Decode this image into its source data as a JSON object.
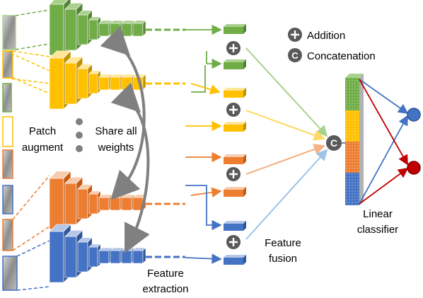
{
  "legend": {
    "addition_label": "Addition",
    "concatenation_label": "Concatenation",
    "addition_symbol": "+",
    "concatenation_symbol": "C"
  },
  "labels": {
    "patch_line1": "Patch",
    "patch_line2": "augment",
    "share_line1": "Share all",
    "share_line2": "weights",
    "feature_extraction_line1": "Feature",
    "feature_extraction_line2": "extraction",
    "feature_fusion_line1": "Feature",
    "feature_fusion_line2": "fusion",
    "linear_classifier_line1": "Linear",
    "linear_classifier_line2": "classifier"
  },
  "colors": {
    "green": "#70ad47",
    "yellow": "#ffc000",
    "orange": "#ed7d31",
    "blue": "#4472c4",
    "grey": "#808080",
    "output_blue": "#4472c4",
    "output_red": "#c00000"
  },
  "branches": [
    "green",
    "yellow",
    "orange",
    "blue"
  ]
}
